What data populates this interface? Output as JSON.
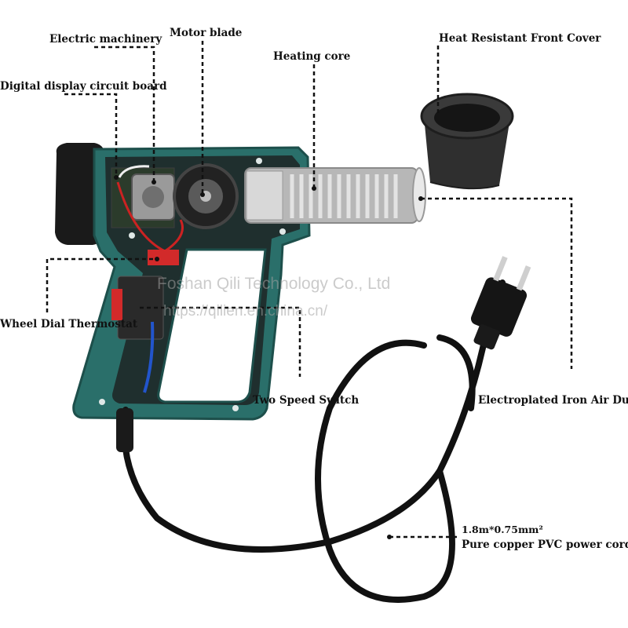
{
  "labels": {
    "electric_machinery": "Electric machinery",
    "motor_blade": "Motor blade",
    "heating_core": "Heating core",
    "heat_resistant_front_cover": "Heat Resistant Front Cover",
    "digital_display_circuit_board": "Digital display circuit board",
    "wheel_dial_thermostat": "Wheel Dial Thermostat",
    "two_speed_switch": "Two Speed Switch",
    "electroplated_iron_air_duct": "Electroplated Iron Air Duct",
    "power_cord_spec": "1.8m*0.75mm²",
    "power_cord_desc": "Pure copper PVC power cord"
  },
  "watermark": {
    "company": "Foshan Qili Technology Co., Ltd",
    "url": "https://qilien.en.china.cn/"
  },
  "colors": {
    "housing": "#2a6f6a",
    "housing_dark": "#1d4f4b",
    "cover": "#2b2b2b",
    "coil": "#cfcfcf",
    "cord": "#111111",
    "accent_red": "#d22a2a"
  }
}
